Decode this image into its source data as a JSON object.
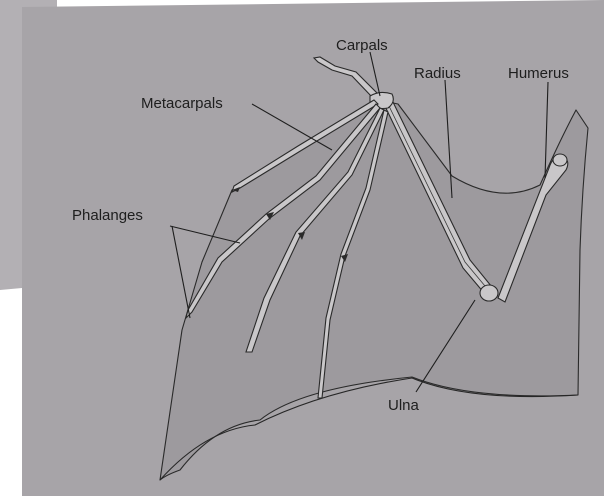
{
  "diagram": {
    "labels": {
      "carpals": "Carpals",
      "radius": "Radius",
      "humerus": "Humerus",
      "metacarpals": "Metacarpals",
      "phalanges": "Phalanges",
      "ulna": "Ulna"
    },
    "colors": {
      "page": "#a7a4a8",
      "membrane": "#9d9a9e",
      "bone": "#c9c7c9",
      "ink": "#1e1e1e",
      "back_page": "#b3b0b4"
    }
  }
}
